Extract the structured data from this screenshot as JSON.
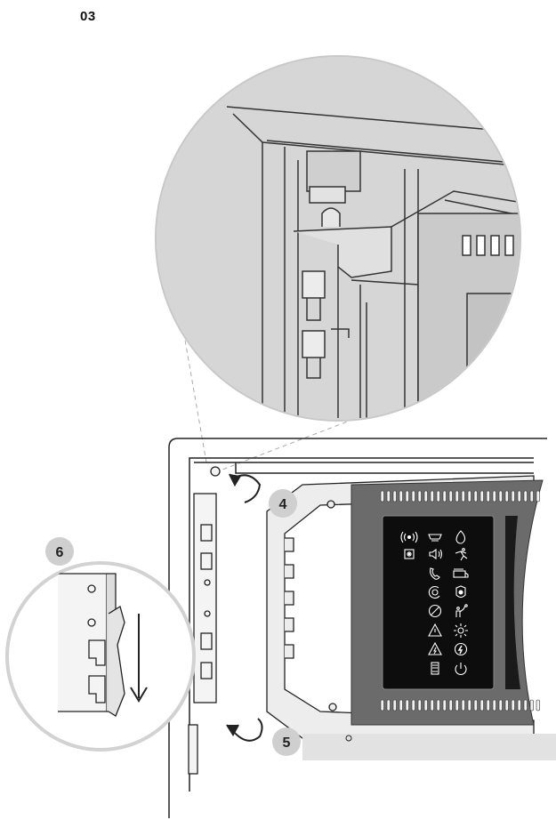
{
  "step_label": "03",
  "callouts": {
    "rotate_top": "4",
    "rotate_bottom": "5",
    "push_down": "6"
  },
  "panel_icons": [
    "alarm-signal-icon",
    "smoke-detector-icon",
    "fire-icon",
    "fault-icon",
    "sounder-icon",
    "evacuation-icon",
    "phone-icon",
    "fire-truck-icon",
    "reset-icon",
    "extinguishing-icon",
    "disabled-icon",
    "test-icon",
    "warning-icon",
    "day-mode-icon",
    "electrical-warning-icon",
    "power-fault-icon",
    "panel-icon",
    "power-icon"
  ],
  "colors": {
    "panel": "#6b6b6b",
    "screen": "#0d0d0d",
    "callout": "#cfcfcf",
    "line": "#333333",
    "magnifier": "#d9d9d9"
  }
}
